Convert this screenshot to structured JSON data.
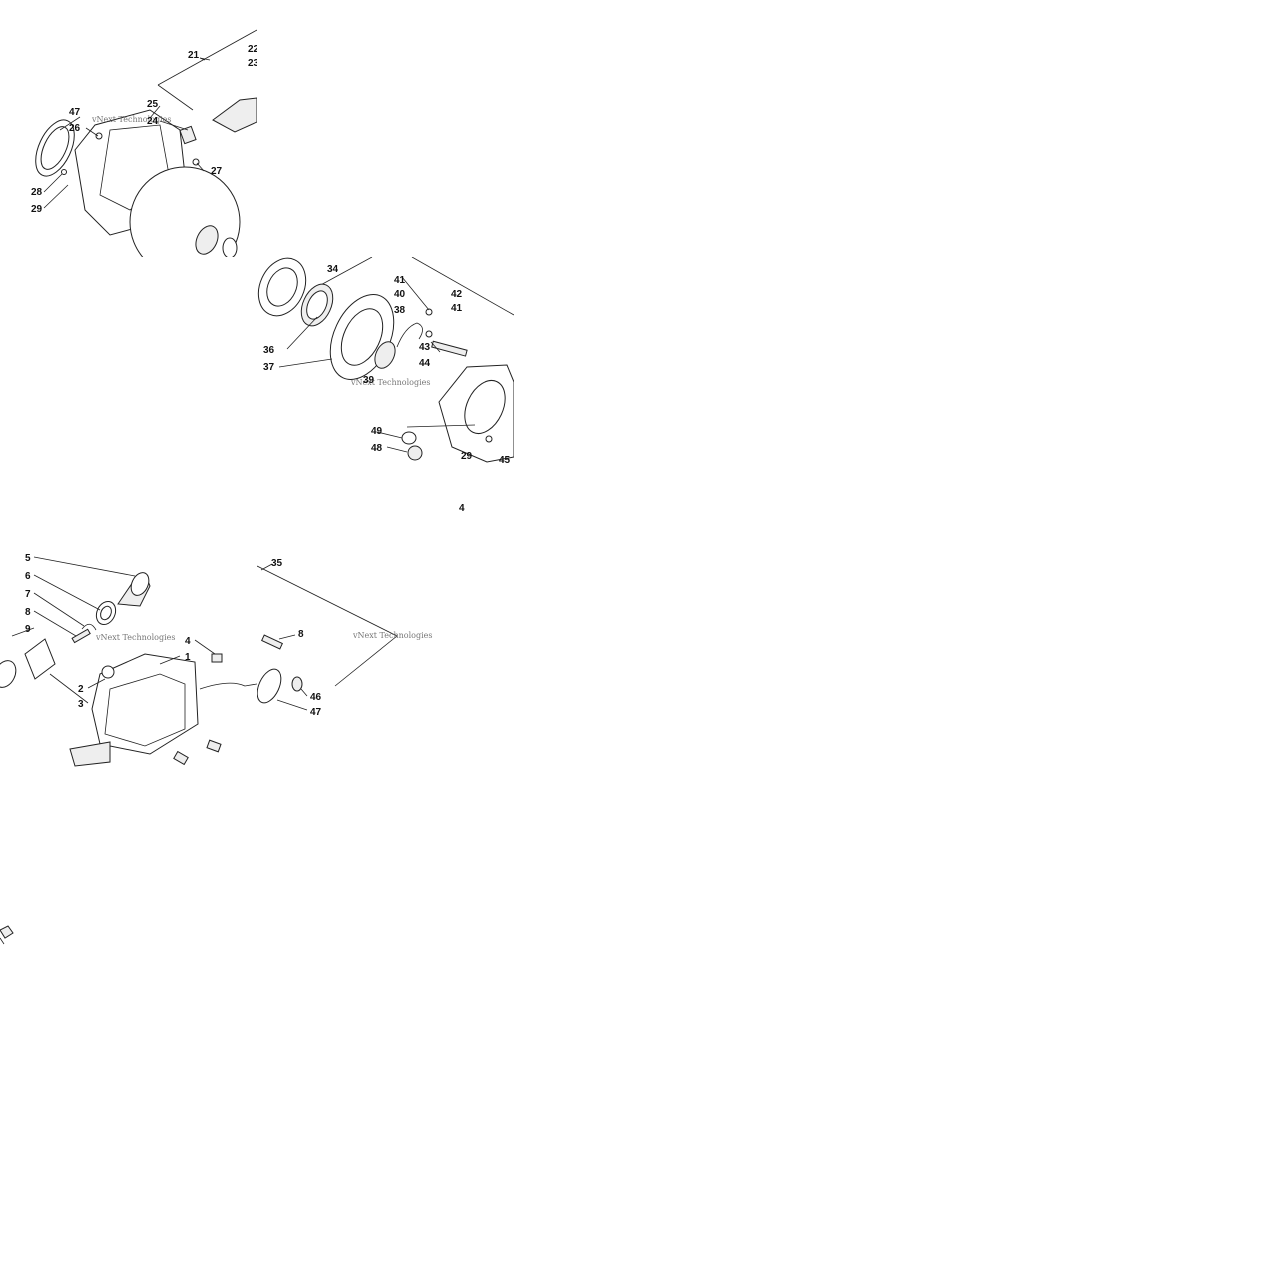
{
  "watermark": "vNext Technologies",
  "tile_a": {
    "labels": [
      "21",
      "22",
      "23",
      "25",
      "24",
      "47",
      "26",
      "27",
      "28",
      "29"
    ]
  },
  "tile_b": {
    "labels": [
      "34",
      "41",
      "40",
      "42",
      "41",
      "38",
      "36",
      "37",
      "43",
      "44",
      "39",
      "49",
      "48",
      "29",
      "45",
      "4"
    ]
  },
  "tile_c": {
    "labels": [
      "5",
      "6",
      "7",
      "8",
      "9",
      "4",
      "1",
      "2",
      "3"
    ]
  },
  "tile_d": {
    "labels": [
      "35",
      "8",
      "46",
      "47"
    ]
  }
}
